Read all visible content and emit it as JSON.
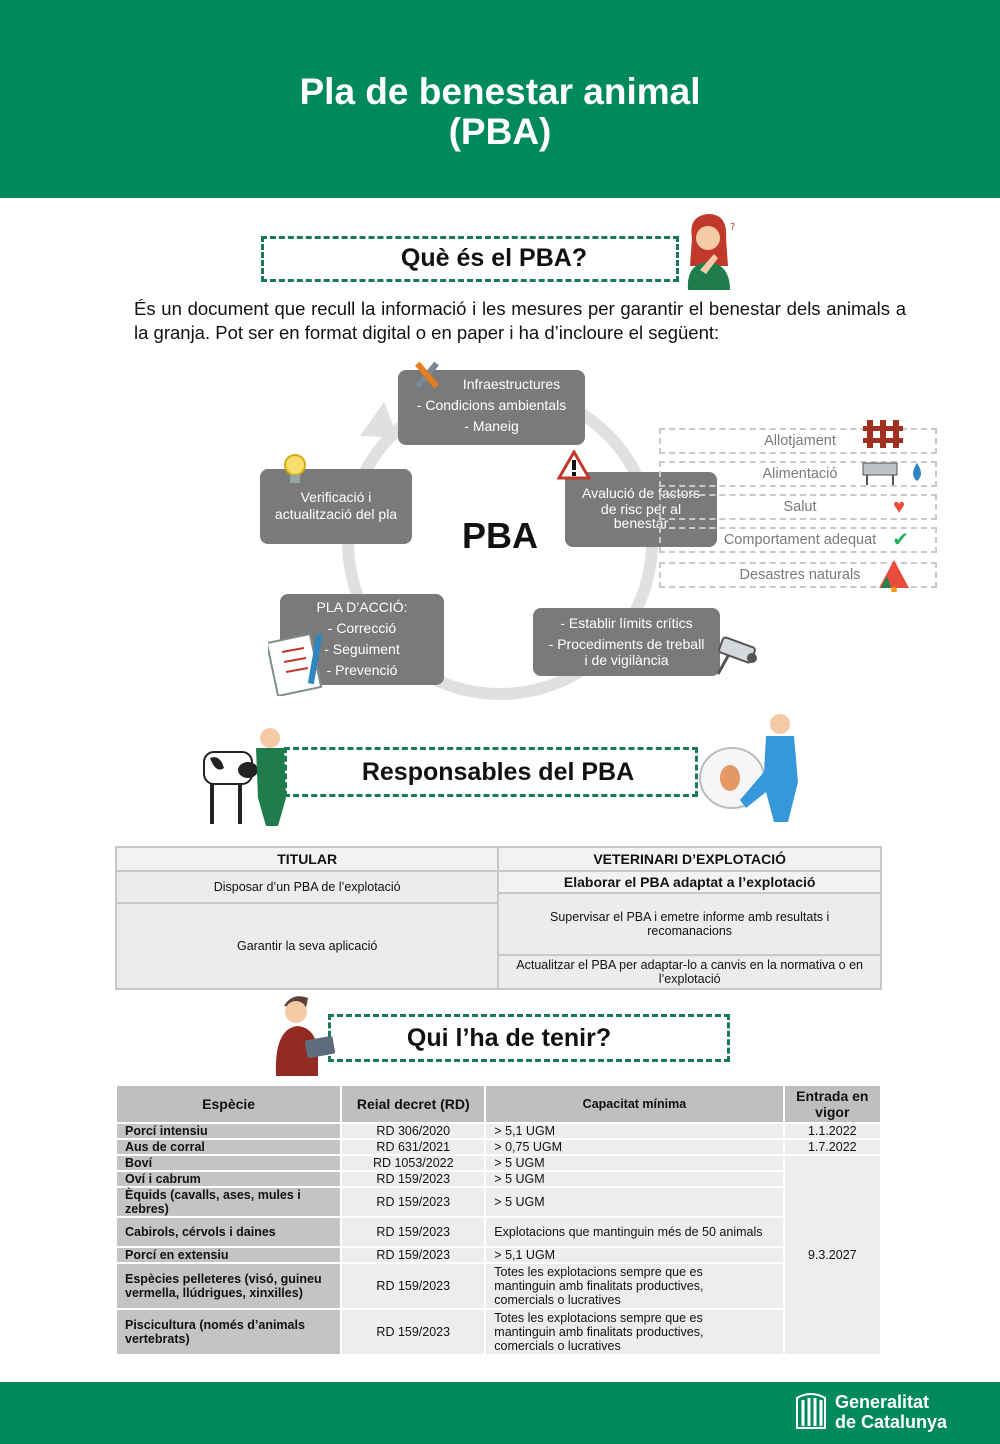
{
  "header": {
    "title_line1": "Pla de benestar animal",
    "title_line2": "(PBA)"
  },
  "section1": {
    "title": "Què és el PBA?",
    "intro": "És un document que recull la informació i les mesures per garantir el benestar dels animals a la granja. Pot ser en format digital o en paper i ha d’incloure el següent:"
  },
  "cycle": {
    "center": "PBA",
    "infra": [
      "Infraestructures",
      "- Condicions ambientals",
      "- Maneig"
    ],
    "verif": [
      "Verificació i",
      "actualització del pla"
    ],
    "aval": [
      "Avalució de factors",
      "de risc per al",
      "benestar"
    ],
    "pla": [
      "PLA D’ACCIÓ:",
      "- Correcció",
      "- Seguiment",
      "- Prevenció"
    ],
    "limits": [
      "-  Establir límits crítics",
      "-  Procediments de treball",
      "i de vigilància"
    ]
  },
  "risks": [
    "Allotjament",
    "Alimentació",
    "Salut",
    "Comportament adequat",
    "Desastres naturals"
  ],
  "section2": {
    "title": "Responsables del PBA",
    "col1": "TITULAR",
    "col2": "VETERINARI D’EXPLOTACIÓ",
    "t1": "Disposar d’un PBA de l’explotació",
    "t2": "Garantir la seva aplicació",
    "v1": "Elaborar el PBA adaptat a l’explotació",
    "v2": "Supervisar el PBA i emetre informe amb resultats i recomanacions",
    "v3": "Actualitzar el PBA per adaptar-lo a canvis en la normativa o en l’explotació"
  },
  "section3": {
    "title": "Qui l’ha de tenir?",
    "headers": [
      "Espècie",
      "Reial decret (RD)",
      "Capacitat mínima",
      "Entrada en vigor"
    ],
    "rows": [
      {
        "species": "Porcí intensiu",
        "rd": "RD 306/2020",
        "cap": "> 5,1 UGM",
        "date": "1.1.2022"
      },
      {
        "species": "Aus de corral",
        "rd": "RD 631/2021",
        "cap": "> 0,75 UGM",
        "date": "1.7.2022"
      },
      {
        "species": "Boví",
        "rd": "RD 1053/2022",
        "cap": "> 5 UGM"
      },
      {
        "species": "Oví i cabrum",
        "rd": "RD 159/2023",
        "cap": "> 5 UGM"
      },
      {
        "species": "Èquids (cavalls, ases, mules i zebres)",
        "rd": "RD 159/2023",
        "cap": "> 5 UGM"
      },
      {
        "species": "Cabirols, cérvols i daines",
        "rd": "RD 159/2023",
        "cap": "Explotacions que mantinguin més de 50 animals"
      },
      {
        "species": "Porcí en extensiu",
        "rd": "RD 159/2023",
        "cap": "> 5,1 UGM"
      },
      {
        "species": "Espècies pelleteres (visó, guineu vermella, llúdrigues, xinxilles)",
        "rd": "RD 159/2023",
        "cap": "Totes les explotacions sempre que es mantinguin amb finalitats productives, comercials o lucratives"
      },
      {
        "species": "Piscicultura (només d’animals vertebrats)",
        "rd": "RD 159/2023",
        "cap": "Totes les explotacions sempre que es mantinguin amb finalitats productives, comercials o lucratives"
      }
    ],
    "shared_date": "9.3.2027"
  },
  "footer": {
    "logo_line1": "Generalitat",
    "logo_line2": "de Catalunya"
  },
  "colors": {
    "brand_green": "#008a5a",
    "box_grey": "#7a7a7a"
  }
}
